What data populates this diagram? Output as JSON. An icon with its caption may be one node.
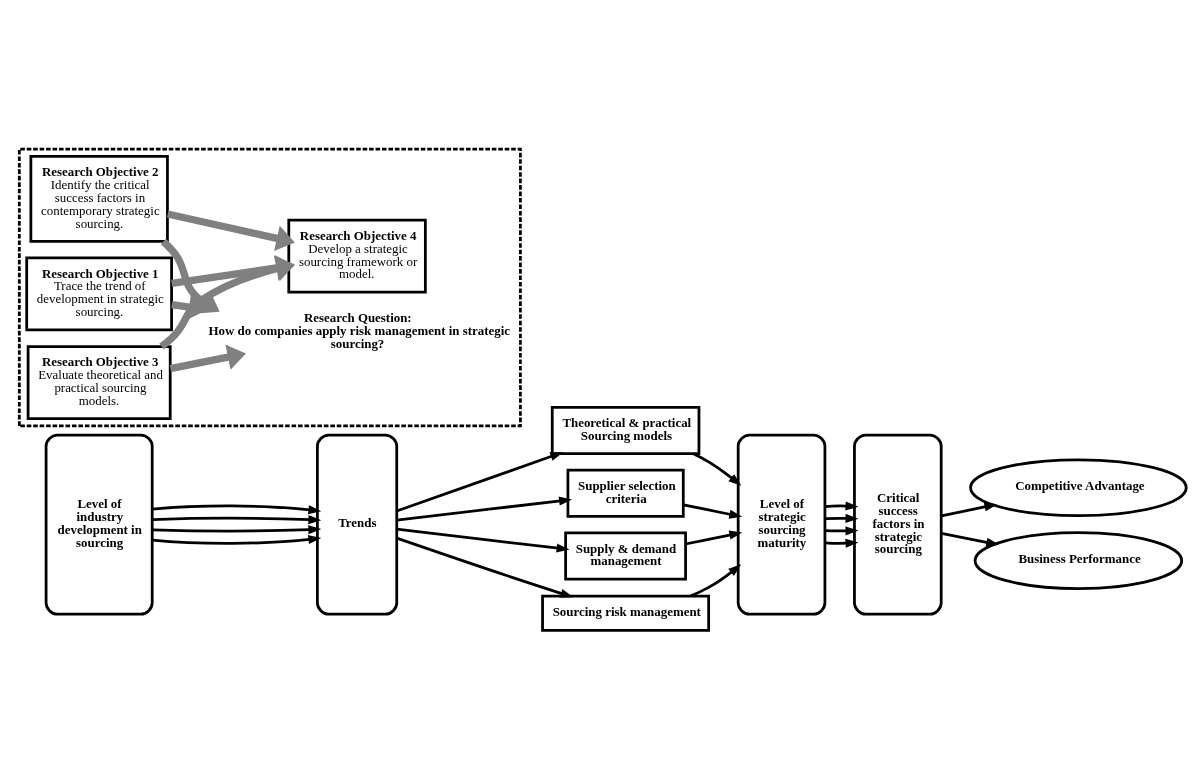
{
  "diagram": {
    "nodes": [
      {
        "text": [
          "Level of industry development in sourcing"
        ]
      },
      {
        "text": [
          "Trends"
        ]
      },
      {
        "text": [
          "Theoretical & practical Sourcing models"
        ]
      },
      {
        "text": [
          "Supplier selection criteria"
        ]
      },
      {
        "text": [
          "Supply & demand management"
        ]
      },
      {
        "text": [
          "Sourcing risk management"
        ]
      },
      {
        "text": [
          "Level of strategic sourcing maturity"
        ]
      },
      {
        "text": [
          "Critical success factors in strategic sourcing"
        ]
      },
      {
        "text": [
          "Competitive Advantage"
        ]
      },
      {
        "text": [
          "Business Performance"
        ]
      },
      {
        "text": [],
        "shape": "box"
      },
      {
        "text": [
          "Research Question:",
          "How do companies apply risk management in strategic sourcing?"
        ],
        "in": 10
      },
      {
        "text": [
          "Research Objective 1",
          "Trace the trend of development in strategic sourcing."
        ],
        "in": 10
      },
      {
        "text": [
          "Research Objective 3",
          "Evaluate theoretical and practical sourcing models."
        ],
        "in": 10
      },
      {
        "text": [
          "Research Objective 2",
          "Identify the critical success factors in contemporary strategic sourcing."
        ],
        "in": 10
      },
      {
        "text": [
          "Research Objective 4",
          "Develop a strategic sourcing framework or model."
        ],
        "in": 10
      }
    ],
    "edges": [
      {
        "from": 0,
        "to": 1,
        "arrow": "to"
      },
      {
        "from": 0,
        "to": 1,
        "arrow": "to"
      },
      {
        "from": 0,
        "to": 1,
        "arrow": "to"
      },
      {
        "from": 0,
        "to": 1,
        "arrow": "to"
      },
      {
        "from": 1,
        "to": 2,
        "arrow": "to"
      },
      {
        "from": 1,
        "to": 3,
        "arrow": "to"
      },
      {
        "from": 1,
        "to": 4,
        "arrow": "to"
      },
      {
        "from": 1,
        "to": 5,
        "arrow": "to"
      },
      {
        "from": 2,
        "to": 6,
        "arrow": "to"
      },
      {
        "from": 3,
        "to": 6,
        "arrow": "to"
      },
      {
        "from": 4,
        "to": 6,
        "arrow": "to"
      },
      {
        "from": 5,
        "to": 6,
        "arrow": "to"
      },
      {
        "from": 6,
        "to": 7,
        "arrow": "to"
      },
      {
        "from": 6,
        "to": 7,
        "arrow": "to"
      },
      {
        "from": 6,
        "to": 7,
        "arrow": "to"
      },
      {
        "from": 6,
        "to": 7,
        "arrow": "to"
      },
      {
        "from": 7,
        "to": 8,
        "arrow": "to"
      },
      {
        "from": 7,
        "to": 9,
        "arrow": "to"
      },
      {
        "from": 12,
        "to": 11,
        "arrow": "to",
        "style": "thick",
        "color": "#808080"
      },
      {
        "from": 13,
        "to": 11,
        "arrow": "to",
        "style": "thick",
        "color": "#808080"
      },
      {
        "from": 14,
        "to": 11,
        "arrow": "to",
        "style": "thick",
        "color": "#808080"
      },
      {
        "from": 12,
        "to": 15,
        "arrow": "to",
        "style": "thick",
        "color": "#808080"
      },
      {
        "from": 13,
        "to": 15,
        "arrow": "to",
        "style": "thick",
        "color": "#808080"
      },
      {
        "from": 14,
        "to": 15,
        "arrow": "to",
        "style": "thick",
        "color": "#808080"
      }
    ]
  }
}
